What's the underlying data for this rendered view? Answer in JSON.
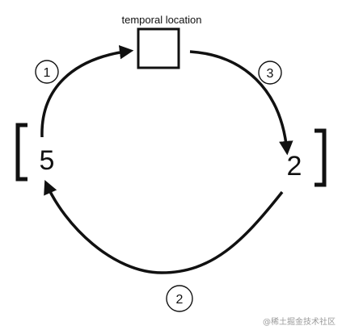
{
  "labels": {
    "temporal_location": "temporal location",
    "left_value": "5",
    "right_value": "2"
  },
  "steps": [
    {
      "label": "1"
    },
    {
      "label": "3"
    },
    {
      "label": "2"
    }
  ],
  "watermark": "@稀土掘金技术社区",
  "colors": {
    "ink": "#111111",
    "background": "#ffffff",
    "watermark": "#9a9a9a"
  }
}
